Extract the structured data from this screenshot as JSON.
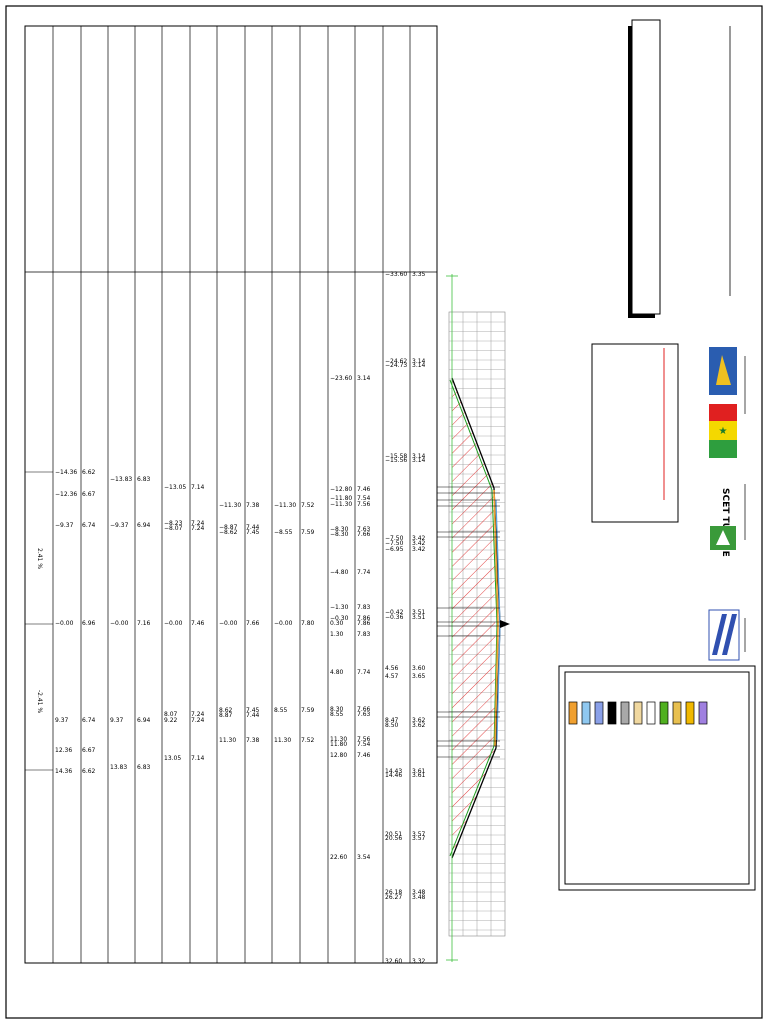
{
  "drawing": {
    "section_rows": [
      {
        "offsets": [
          "-14.36",
          "-12.36",
          "-9.37",
          "-0.00",
          "9.37",
          "12.36",
          "14.36"
        ],
        "elevations": [
          "6.62",
          "6.67",
          "6.74",
          "6.96",
          "6.74",
          "6.67",
          "6.62"
        ]
      },
      {
        "offsets": [
          "-13.83",
          "-9.37",
          "-0.00",
          "9.37",
          "13.83"
        ],
        "elevations": [
          "6.83",
          "6.94",
          "7.16",
          "6.94",
          "6.83"
        ]
      },
      {
        "offsets": [
          "-13.05",
          "-8.23",
          "-8.07",
          "-0.00",
          "8.07",
          "9.22",
          "13.05"
        ],
        "elevations": [
          "7.14",
          "7.24",
          "7.24",
          "7.46",
          "7.24",
          "7.24",
          "7.14"
        ]
      },
      {
        "offsets": [
          "-11.30",
          "-8.87",
          "-8.62",
          "-0.00",
          "8.62",
          "8.87",
          "11.30"
        ],
        "elevations": [
          "7.38",
          "7.44",
          "7.45",
          "7.66",
          "7.45",
          "7.44",
          "7.38"
        ]
      },
      {
        "offsets": [
          "-11.30",
          "-8.55",
          "-0.00",
          "8.55",
          "11.30"
        ],
        "elevations": [
          "7.52",
          "7.59",
          "7.80",
          "7.59",
          "7.52"
        ]
      },
      {
        "offsets": [
          "-23.60",
          "-12.80",
          "-11.80",
          "-11.30",
          "-8.30",
          "-8.30",
          "-4.80",
          "-1.30",
          "-0.30",
          "0.30",
          "1.30",
          "4.80",
          "8.30",
          "8.55",
          "11.30",
          "11.80",
          "12.80",
          "22.60"
        ],
        "elevations": [
          "3.14",
          "7.46",
          "7.54",
          "7.56",
          "7.63",
          "7.66",
          "7.74",
          "7.83",
          "7.86",
          "7.86",
          "7.83",
          "7.74",
          "7.66",
          "7.63",
          "7.56",
          "7.54",
          "7.46",
          "3.54"
        ]
      },
      {
        "offsets": [
          "-33.60",
          "-24.62",
          "-24.73",
          "-15.58",
          "-15.56",
          "-7.50",
          "-7.50",
          "-6.95",
          "-0.42",
          "-0.36",
          "4.56",
          "4.57",
          "8.47",
          "8.50",
          "14.43",
          "14.46",
          "20.51",
          "20.56",
          "26.18",
          "26.27",
          "32.60"
        ],
        "elevations": [
          "3.35",
          "3.14",
          "3.14",
          "3.14",
          "3.14",
          "3.42",
          "3.42",
          "3.42",
          "3.51",
          "3.51",
          "3.60",
          "3.65",
          "3.62",
          "3.62",
          "3.61",
          "3.61",
          "3.57",
          "3.57",
          "3.48",
          "3.48",
          "3.32"
        ]
      }
    ],
    "slope_labels": [
      "2.41 %",
      "-2.41 %"
    ],
    "legend_swatch_colors": [
      "#f0a030",
      "#8fc8f0",
      "#8aa0e8",
      "#000000",
      "#a8a8a8",
      "#f0d8a0",
      "#ffffff",
      "#50b020",
      "#e8c050",
      "#f0b800",
      "#a080e0"
    ],
    "logos": [
      "company-logo",
      "senegal-flag",
      "scet-tunisie-logo",
      "partner-logo"
    ],
    "logo_text": {
      "scet": "SCET TUNISIE"
    }
  }
}
